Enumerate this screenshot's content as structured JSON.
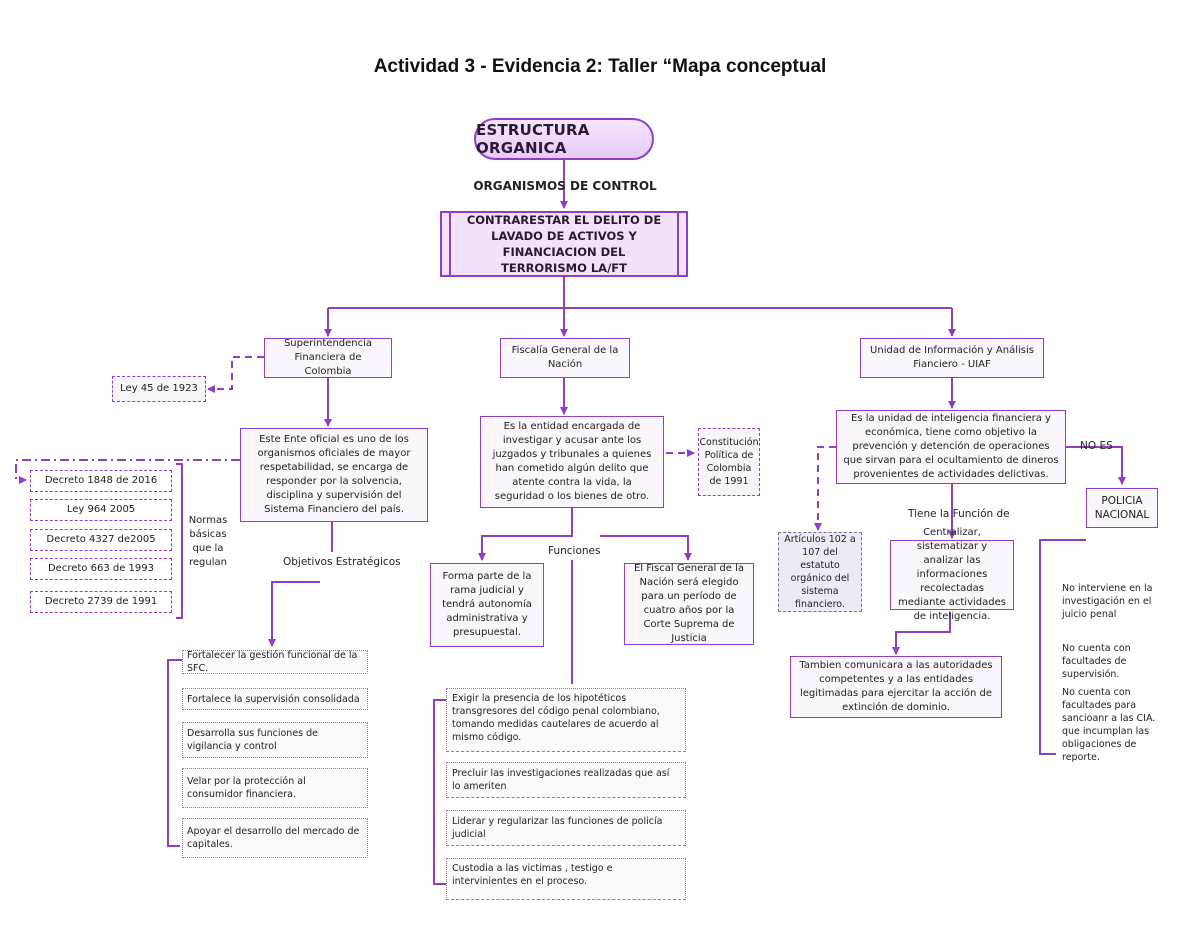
{
  "title": "Actividad 3 - Evidencia 2: Taller “Mapa conceptual",
  "root": "ESTRUCTURA ORGANICA",
  "organismos_label": "ORGANISMOS DE CONTROL",
  "central": "CONTRARESTAR EL DELITO DE LAVADO DE ACTIVOS Y FINANCIACION DEL TERRORISMO LA/FT",
  "left": {
    "name": "Superintendencia Financiera de Colombia",
    "ley": "Ley 45 de 1923",
    "description": "Este Ente oficial es uno de los organismos oficiales de mayor respetabilidad, se encarga de responder por la solvencia, disciplina y supervisión del Sistema Financiero del país.",
    "decretos": [
      "Decreto 1848 de 2016",
      "Ley 964 2005",
      "Decreto 4327 de2005",
      "Decreto 663 de 1993",
      "Decreto 2739 de 1991"
    ],
    "normas_label": "Normas básicas que la regulan",
    "objetivos_label": "Objetivos Estratégicos",
    "objetivos": [
      "Fortalecer la gestión funcional de la SFC.",
      "Fortalece la supervisión consolidada",
      "Desarrolla sus funciones de vigilancia y control",
      "Velar por la protección al consumidor financiera.",
      "Apoyar el desarrollo del mercado de capitales."
    ]
  },
  "center": {
    "name": "Fiscalía General de la Nación",
    "description": "Es la entidad encargada de investigar y acusar ante los juzgados y tribunales a quienes han cometido algún delito que atente contra la vida, la seguridad o los bienes de otro.",
    "constitucion": "Constitución Política de Colombia de 1991",
    "funciones_label": "Funciones",
    "rama": "Forma parte de la rama judicial y tendrá autonomía administrativa y presupuestal.",
    "fiscal": "El Fiscal General de la Nación será elegido para un período de cuatro años por la Corte Suprema de Justicia",
    "funciones": [
      "Exigir la presencia de los hipotéticos transgresores del código penal colombiano, tomando medidas cautelares de acuerdo al mismo código.",
      "Precluir las investigaciones realizadas que así lo ameriten",
      "Liderar y regularizar las funciones de policía judicial",
      "Custodia a las victimas , testigo e intervinientes en el proceso."
    ]
  },
  "right": {
    "name": "Unidad de Información y Análisis Fianciero - UIAF",
    "description": "Es la unidad de inteligencia financiera y económica, tiene como objetivo la prevención y detención de operaciones que sirvan para el ocultamiento de dineros provenientes de actividades delictivas.",
    "no_es_label": "NO ES",
    "policia": "POLICIA NACIONAL",
    "articulos": "Artículos 102 a 107 del estatuto orgánico del sistema financiero.",
    "tiene_funcion_label": "Tiene la Función de",
    "funcion": "Centralizar, sistematizar y analizar las informaciones recolectadas mediante actividades de inteligencia.",
    "comunicara": "Tambien comunicara a las autoridades competentes y a las entidades legitimadas para ejercitar la acción de extinción de dominio.",
    "policia_notes": [
      "No interviene en la investigación en el juicio penal",
      "No cuenta con facultades de supervisión.",
      "No cuenta con facultades para sancioanr a las CIA. que incumplan las obligaciones de reporte."
    ]
  }
}
